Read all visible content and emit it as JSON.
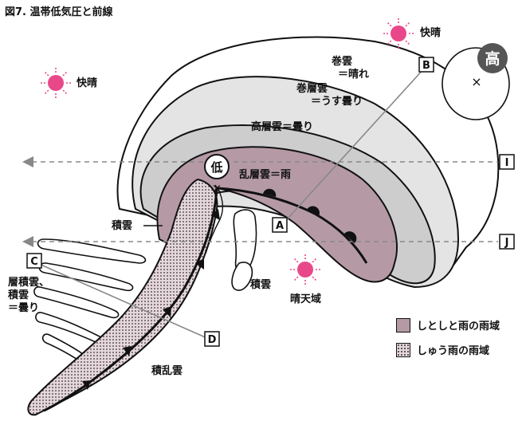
{
  "title": "図7. 温帯低気圧と前線",
  "labels": {
    "sunny_left": "快晴",
    "sunny_right": "快晴",
    "cirrus_1": "巻雲",
    "cirrus_2": "＝晴れ",
    "cirrostratus_1": "巻層雲",
    "cirrostratus_2": "＝うす曇り",
    "altostratus": "高層雲＝曇り",
    "nimbostratus": "乱層雲＝雨",
    "cumulus_1": "積雲",
    "cumulus_2": "積雲",
    "stratocumulus_1": "層積雲、",
    "stratocumulus_2": "積雲",
    "stratocumulus_3": "＝曇り",
    "cumulonimbus": "積乱雲",
    "clear_area": "晴天域",
    "low": "低",
    "high": "高"
  },
  "points": {
    "a": "A",
    "b": "B",
    "c": "C",
    "d": "D",
    "i": "I",
    "j": "J"
  },
  "legend": [
    {
      "label": "しとしと雨の雨域"
    },
    {
      "label": "しゅう雨の雨域"
    }
  ],
  "colors": {
    "sun": "#e8488a",
    "cloud_outer": "#e4e4e4",
    "cloud_middle": "#cdcdcd",
    "rain": "#b59aa6",
    "shower": "#e6d7dc",
    "line": "#111111",
    "dashed": "#888888"
  }
}
